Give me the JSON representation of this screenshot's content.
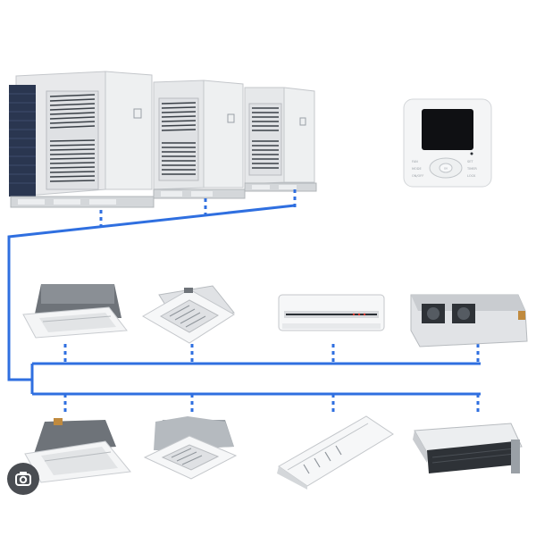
{
  "diagram": {
    "colors": {
      "pipe": "#2f6fe0",
      "unit_body": "#e9eaec",
      "unit_shadow": "#c9ccd0",
      "grille": "#3a4047",
      "coil": "#2b3a5a",
      "screen": "#0f1013",
      "panel": "#f4f5f6"
    },
    "controller": {
      "button_labels": [
        "FAN",
        "MODE",
        "ON/OFF",
        "SET",
        "TIMER",
        "LOCK"
      ],
      "center_label": "OK"
    },
    "indoor_row_1": [
      {
        "kind": "ceiling-cassette"
      },
      {
        "kind": "four-way-cassette"
      },
      {
        "kind": "wall-mounted"
      },
      {
        "kind": "ducted"
      }
    ],
    "indoor_row_2": [
      {
        "kind": "ceiling-cassette"
      },
      {
        "kind": "four-way-cassette"
      },
      {
        "kind": "ceiling-floor"
      },
      {
        "kind": "slim-duct"
      }
    ],
    "lens_icon": "lens-search-icon"
  }
}
